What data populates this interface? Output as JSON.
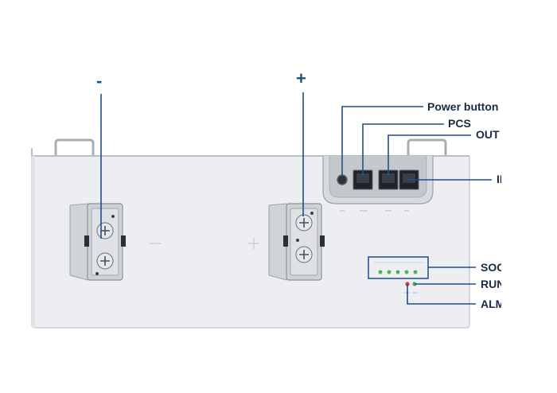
{
  "colors": {
    "callout": "#1e4f8a",
    "label": "#1a2a44",
    "body": "#eceef1",
    "body_edge": "#c8ccd2",
    "terminal": "#d2d5d9",
    "led": "#4caf50",
    "alarm": "#e53935"
  },
  "terminals": {
    "negative": {
      "symbol": "-"
    },
    "positive": {
      "symbol": "+"
    }
  },
  "callouts": {
    "power_button": "Power button",
    "pcs": "PCS",
    "out": "OUT",
    "in": "IN",
    "soc": "SOC",
    "run": "RUN",
    "alm": "ALM"
  },
  "soc_leds": {
    "count": 5
  },
  "icons": [
    "screw-icon",
    "power-button-icon",
    "rj45-port-icon",
    "led-icon"
  ]
}
